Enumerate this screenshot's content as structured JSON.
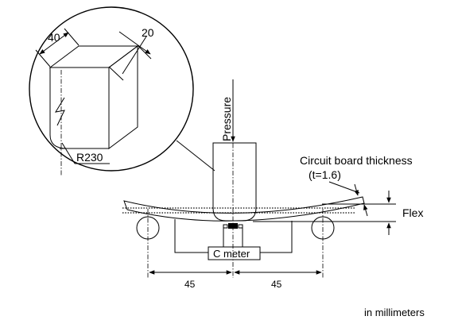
{
  "labels": {
    "dim_width": "40",
    "dim_depth": "20",
    "radius": "R230",
    "pressure": "Pressure",
    "thickness_title": "Circuit board thickness",
    "thickness_value": "(t=1.6)",
    "flex": "Flex",
    "c_meter": "C meter",
    "span_left": "45",
    "span_right": "45",
    "units": "in millimeters"
  }
}
